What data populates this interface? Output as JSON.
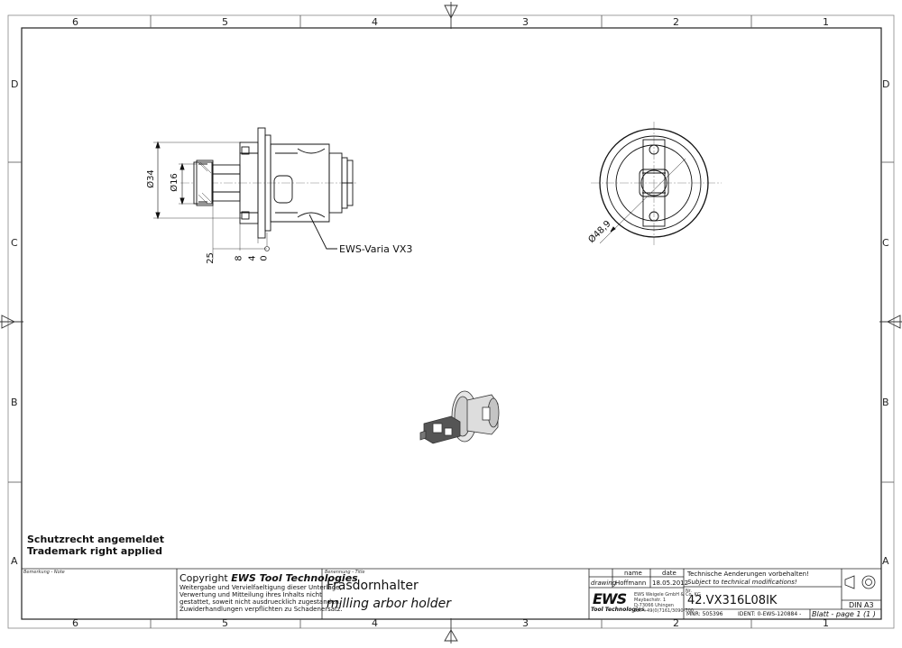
{
  "zones": {
    "columns": [
      "6",
      "5",
      "4",
      "3",
      "2",
      "1"
    ],
    "rows": [
      "D",
      "C",
      "B",
      "A"
    ]
  },
  "drawing": {
    "dimensions": {
      "dia34": "Ø34",
      "dia16": "Ø16",
      "dia48_9": "Ø48,9",
      "len25": "25",
      "len8": "8",
      "len4": "4",
      "len0": "0"
    },
    "callout": "EWS-Varia VX3"
  },
  "notice": {
    "line1": "Schutzrecht angemeldet",
    "line2": "Trademark right applied"
  },
  "title_block": {
    "remark_label": "Bemerkung - Note",
    "copyright_prefix": "Copyright",
    "copyright_brand": "EWS Tool Technologies",
    "copyright_de1": "Weitergabe und Vervielfaeltigung dieser Unterlage,",
    "copyright_de2": "Verwertung und Mitteilung ihres Inhalts nicht",
    "copyright_de3": "gestattet, soweit nicht ausdruecklich zugestanden.",
    "copyright_de4": "Zuwiderhandlungen verpflichten zu Schadenersatz.",
    "title_label": "Benennung - Title",
    "title_de": "Fräsdornhalter",
    "title_en": "milling arbor holder",
    "col_name": "name",
    "col_date": "date",
    "row_drawing": "drawing",
    "drawer": "Hoffmann",
    "date": "18.05.2012",
    "logo": "EWS",
    "logo_sub": "Tool Technologies",
    "company1": "EWS Weigele GmbH & Co. KG",
    "company2": "Maybachstr. 1",
    "company3": "D-73066 Uhingen",
    "company4": "Tel. +49(0)7161/3090-700",
    "mods_de": "Technische Aenderungen vorbehalten!",
    "mods_en": "Subject to technical modifications!",
    "nr_label": "Nr.",
    "part_no": "42.VX316L08IK",
    "format": "DIN A3",
    "mnr": "MNR: 505396",
    "ident": "IDENT: 0-EWS-120884 -",
    "sheet": "Blatt - page  1 (1 )"
  }
}
